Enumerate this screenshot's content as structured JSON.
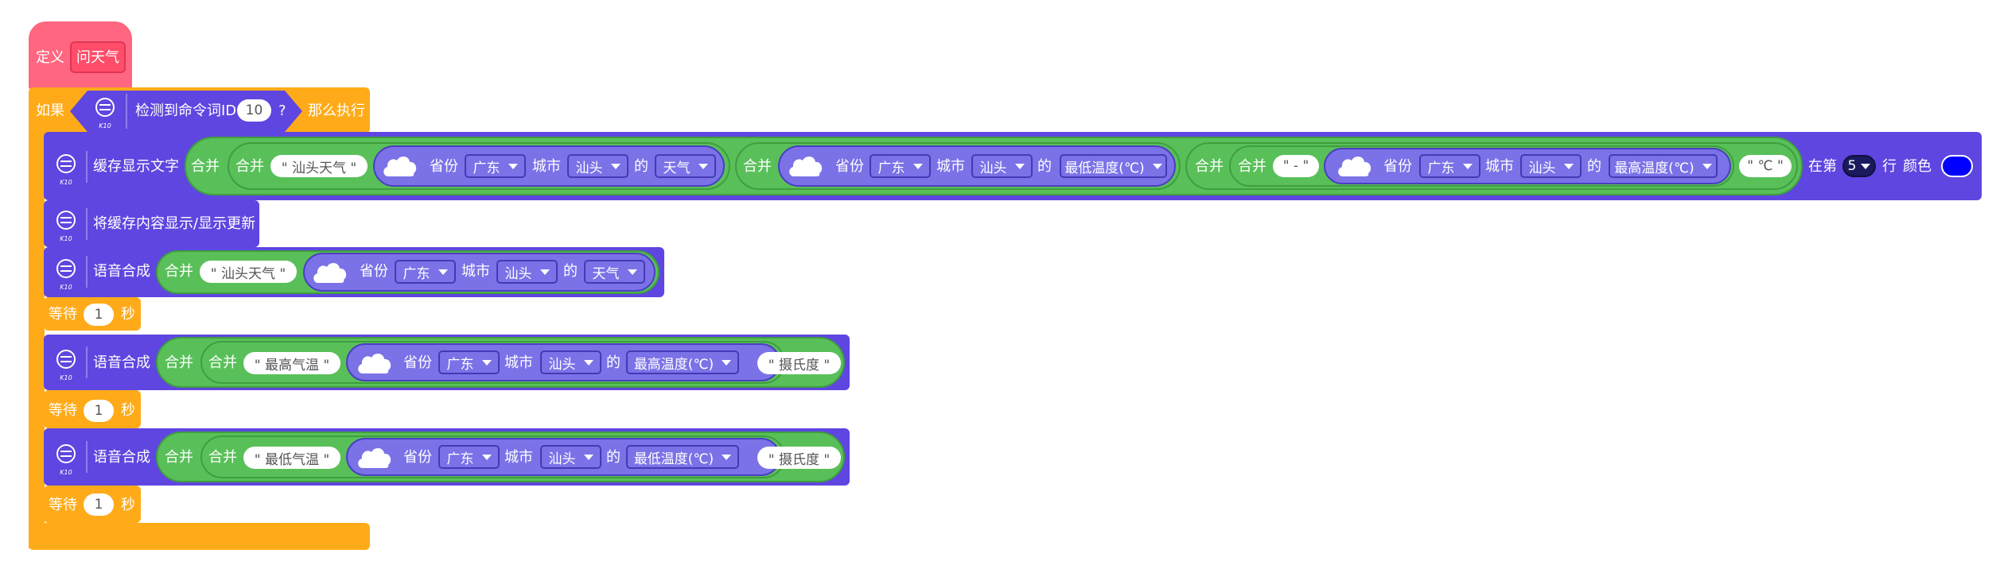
{
  "define_block": {
    "label": "定义",
    "name": "问天气"
  },
  "if_block": {
    "label_if": "如果",
    "condition_label": "检测到命令词ID",
    "condition_value": "10",
    "question_mark": "?",
    "label_then": "那么执行"
  },
  "k10_label": "K10",
  "display_block": {
    "label": "缓存显示文字",
    "concat_label": "合并",
    "text1": "\" 汕头天气 \"",
    "text2": "\" - \"",
    "unit_text": "\" ℃ \"",
    "row_prefix": "在第",
    "row_value": "5",
    "row_suffix": "行",
    "color_label": "颜色",
    "color_value": "#0000ff"
  },
  "weather_query": {
    "province_label": "省份",
    "province_value": "广东",
    "city_label": "城市",
    "city_value": "汕头",
    "of_label": "的",
    "field_weather": "天气",
    "field_min": "最低温度(℃)",
    "field_max": "最高温度(℃)"
  },
  "refresh_block": {
    "label": "将缓存内容显示/显示更新"
  },
  "tts_block": {
    "label": "语音合成",
    "text_weather": "\" 汕头天气 \"",
    "text_max": "\" 最高气温 \"",
    "text_min": "\" 最低气温 \"",
    "text_degree": "\" 摄氏度 \""
  },
  "wait_block": {
    "label": "等待",
    "value": "1",
    "unit": "秒"
  },
  "colors": {
    "define": "#ff6680",
    "control": "#ffab19",
    "extension": "#5f46e0",
    "operator": "#59c059",
    "reporter": "#7b72e8"
  }
}
